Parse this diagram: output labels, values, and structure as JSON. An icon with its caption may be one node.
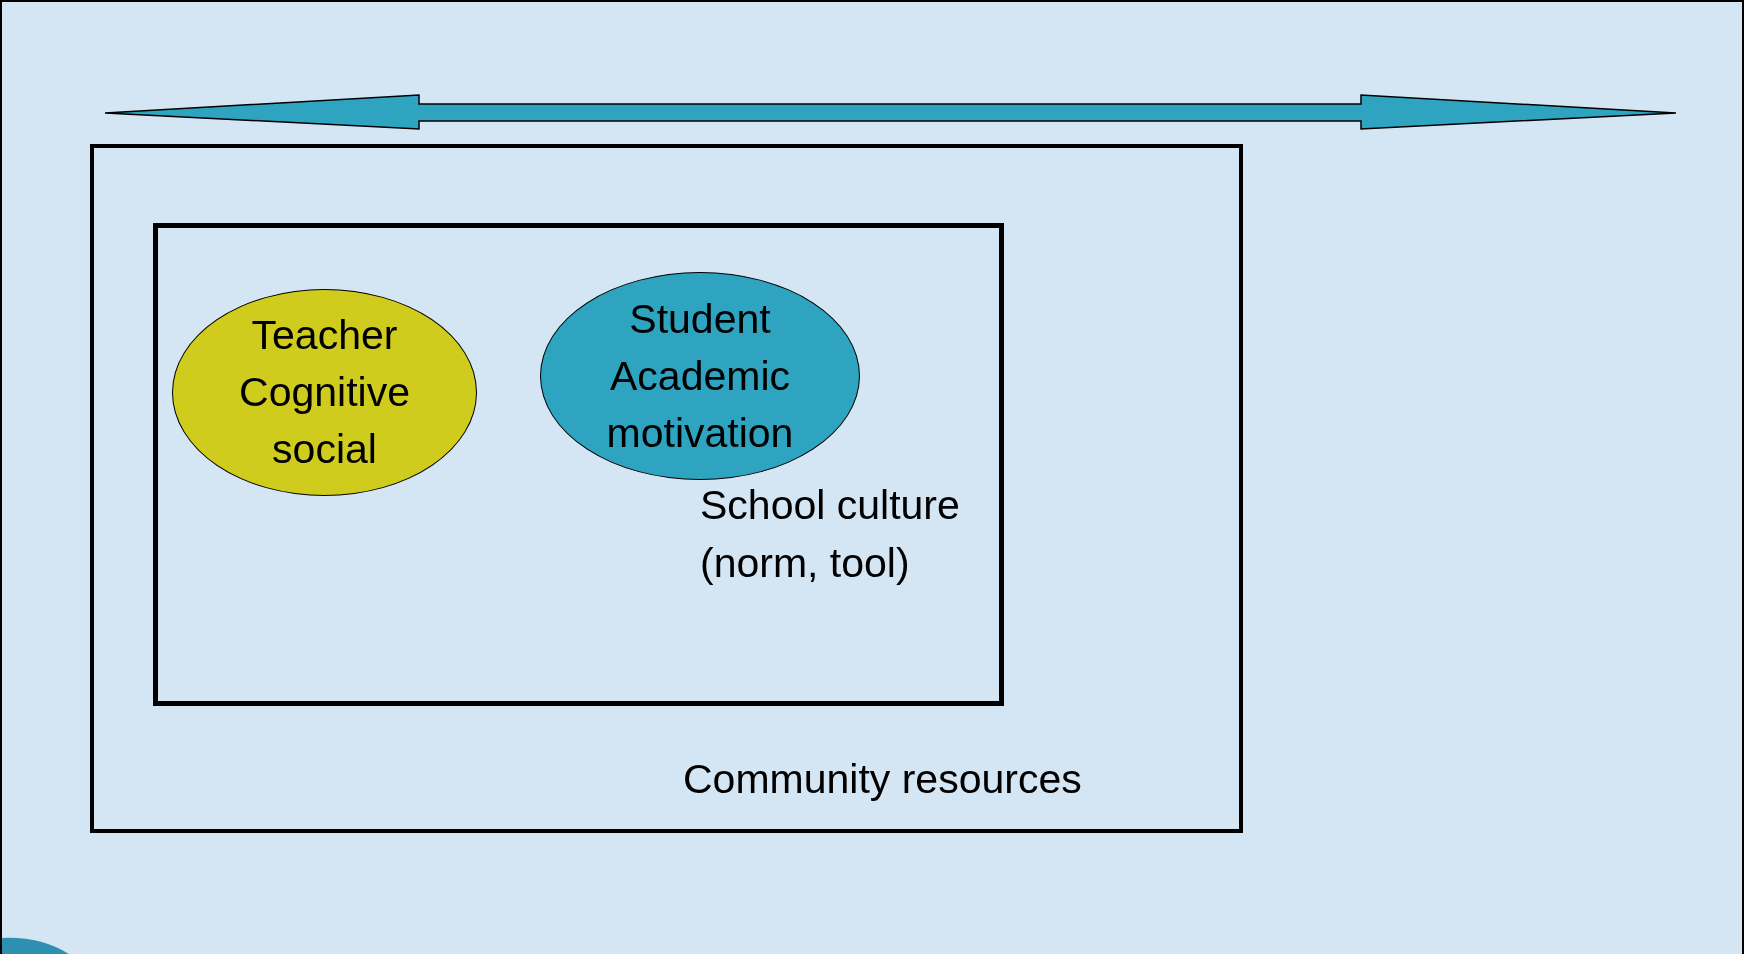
{
  "diagram": {
    "nodes": [
      {
        "text": [
          "Community resources"
        ]
      },
      {
        "text": [
          "School culture (norm, tool)"
        ],
        "in": 0
      },
      {
        "text": [
          "Teacher",
          "Cognitive",
          "social"
        ],
        "in": 1
      },
      {
        "text": [
          "Student",
          "Academic",
          "motivation"
        ],
        "in": 1
      }
    ]
  }
}
